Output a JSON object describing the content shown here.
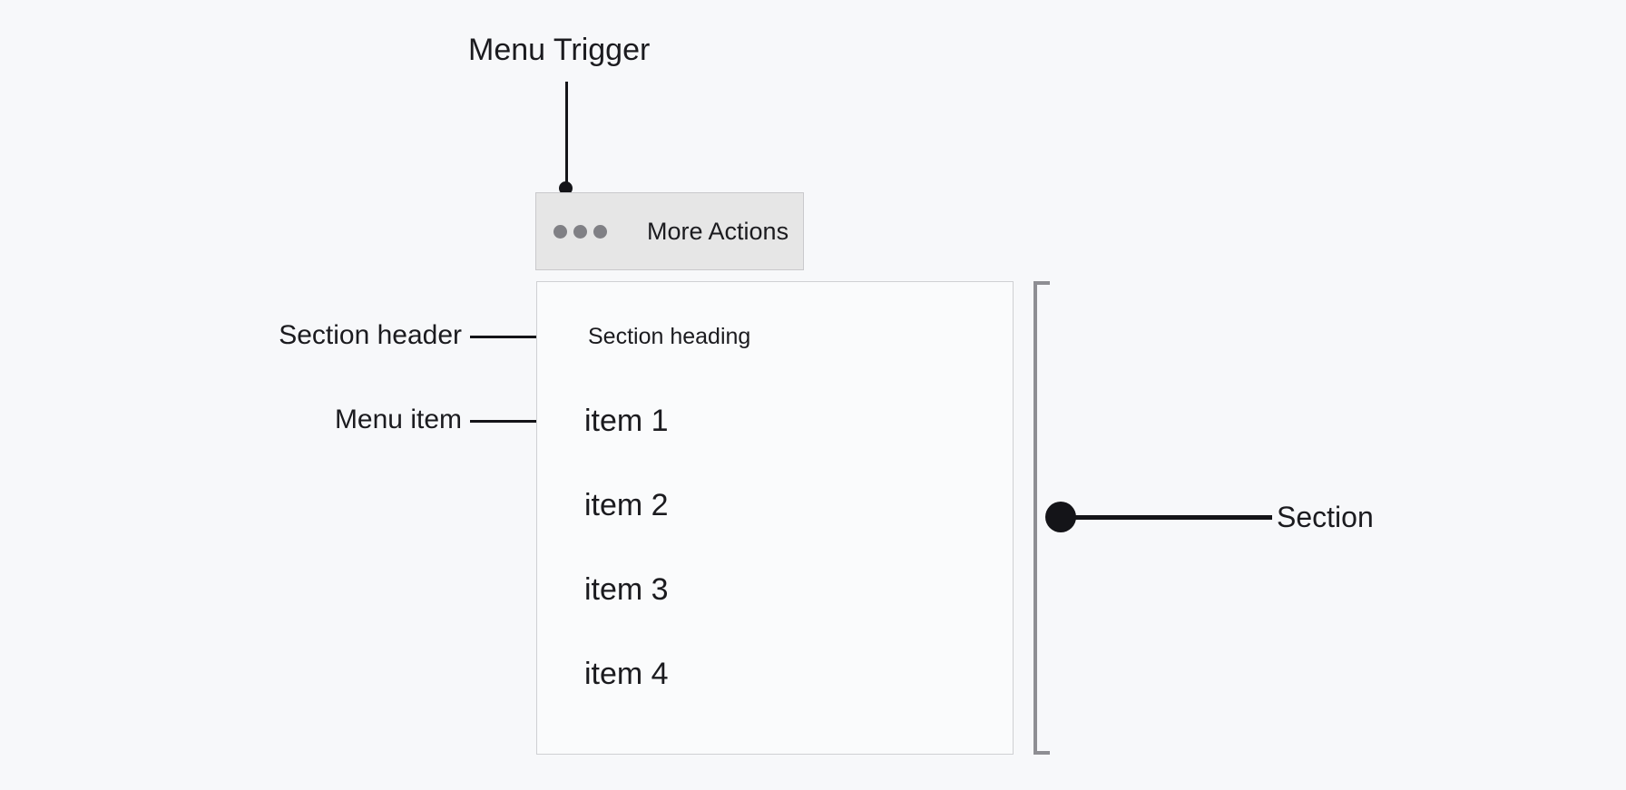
{
  "canvas": {
    "background_color": "#f7f8fa",
    "text_color": "#1b1b1f"
  },
  "annotations": [
    {
      "key": "menu_trigger",
      "label": "Menu Trigger"
    },
    {
      "key": "section_header",
      "label": "Section header"
    },
    {
      "key": "menu_item",
      "label": "Menu item"
    },
    {
      "key": "section",
      "label": "Section"
    }
  ],
  "annotation_labels": {
    "menu_trigger": "Menu Trigger",
    "section_header": "Section header",
    "menu_item": "Menu item",
    "section": "Section"
  },
  "trigger": {
    "label": "More Actions",
    "icon": "ellipsis-horizontal-icon",
    "background_color": "#e6e6e6",
    "border_color": "#c9c9cc",
    "dot_color": "#808085"
  },
  "menu": {
    "background_color": "#fafbfc",
    "border_color": "#cfd0d3",
    "section": {
      "heading": "Section heading",
      "items": [
        {
          "label": "item 1"
        },
        {
          "label": "item 2"
        },
        {
          "label": "item 3"
        },
        {
          "label": "item 4"
        }
      ]
    }
  },
  "bracket": {
    "color": "#8e8e93",
    "orientation": "left-facing"
  }
}
